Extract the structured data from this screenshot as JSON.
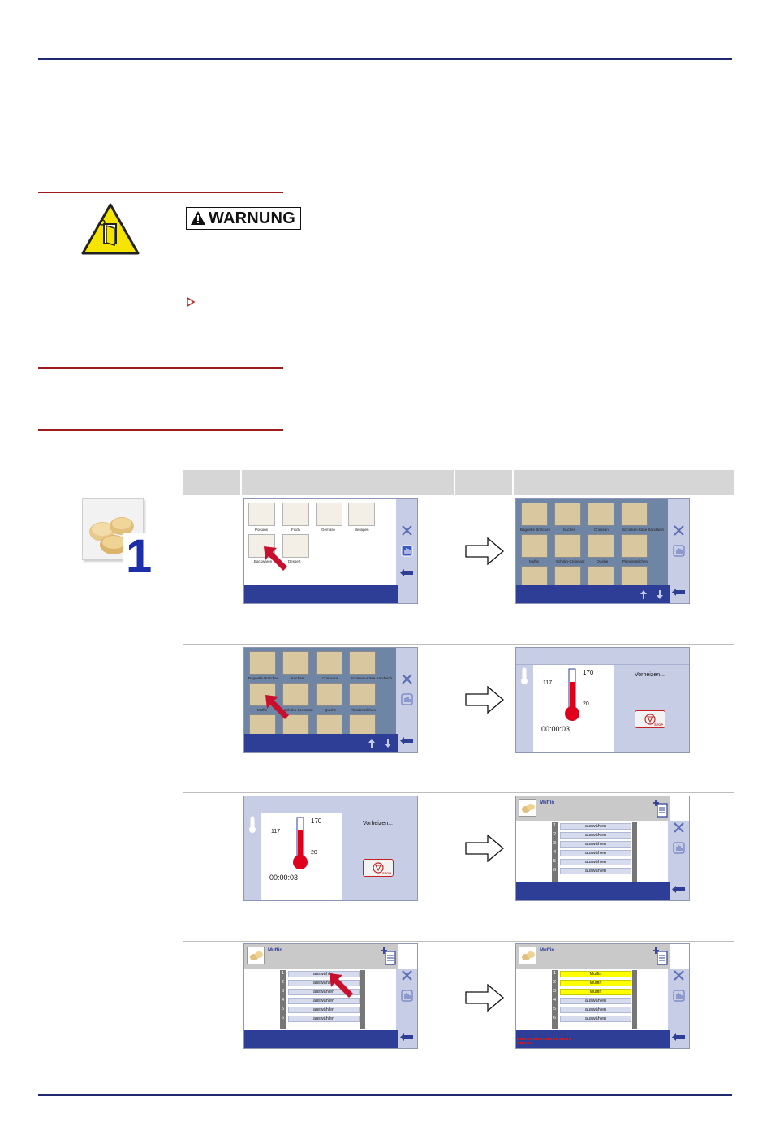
{
  "document": {
    "warning_label": "WARNUNG"
  },
  "icons": {
    "warning_sign": "hazard-door-icon",
    "bullet": "triangle-bullet-icon",
    "recipe_image": "muffin-photo-icon"
  },
  "recipe_number": "1",
  "colors": {
    "rule_blue": "#1f2a6e",
    "rule_red": "#9b1c1c",
    "screen_blue": "#2e3d96",
    "cursor_red": "#c8102e",
    "highlight_yellow": "#ffff00"
  },
  "screens": {
    "categories": {
      "tiles": [
        "Poisons",
        "Fisch",
        "Gemüse",
        "Beilagen",
        "Backwaren",
        "Dessert"
      ]
    },
    "products": {
      "tiles": [
        "Baguette Brötchen",
        "Kuchen",
        "Croissant",
        "Schinken-Käse Sandwich",
        "Muffin",
        "Schoko-Croissant",
        "Quiche",
        "Plunderteilchen"
      ]
    },
    "preheat": {
      "temp_max": "170",
      "temp_current": "117",
      "temp_min": "20",
      "timer": "00:00:03",
      "status": "Vorheizen...",
      "stop_label": "STOP"
    },
    "muffin": {
      "title": "Muffin",
      "slot_numbers": [
        "1",
        "2",
        "3",
        "4",
        "5",
        "6"
      ],
      "slots_empty": [
        "auswählen",
        "auswählen",
        "auswählen",
        "auswählen",
        "auswählen",
        "auswählen"
      ],
      "slots_filled": [
        "Muffin",
        "Muffin",
        "Muffin",
        "auswählen",
        "auswählen",
        "auswählen"
      ]
    }
  }
}
